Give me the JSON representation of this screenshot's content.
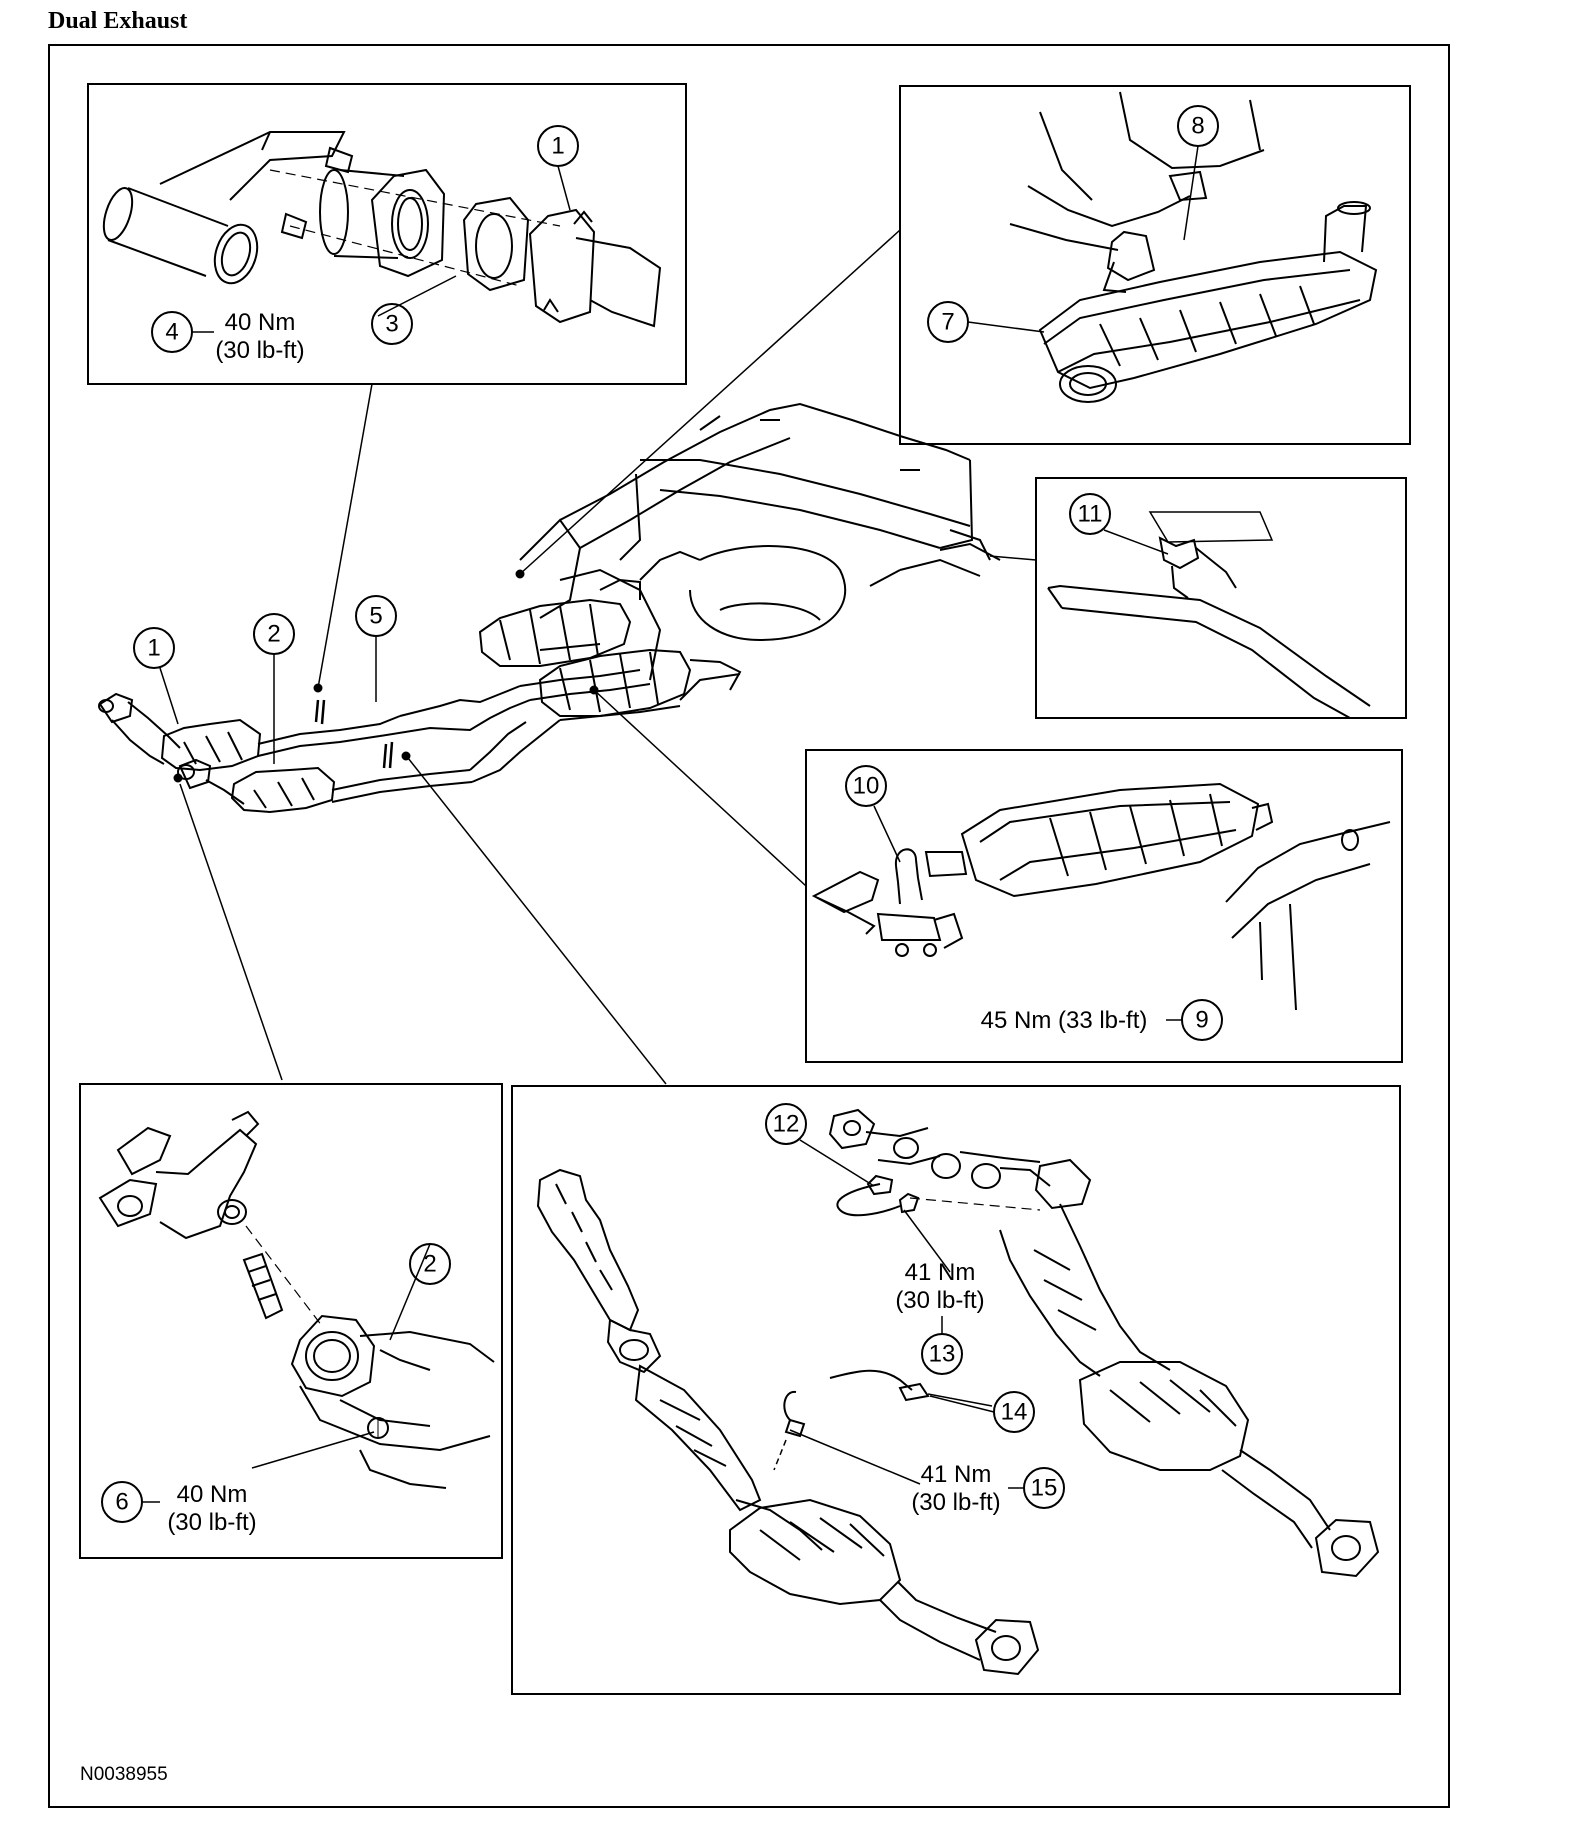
{
  "title": "Dual Exhaust",
  "reference_code": "N0038955",
  "callouts": [
    "1",
    "1",
    "2",
    "2",
    "3",
    "4",
    "5",
    "6",
    "7",
    "8",
    "9",
    "10",
    "11",
    "12",
    "13",
    "14",
    "15"
  ],
  "torque": {
    "t4a": "40 Nm",
    "t4b": "(30 lb-ft)",
    "t6a": "40 Nm",
    "t6b": "(30 lb-ft)",
    "t9": "45 Nm (33 lb-ft)",
    "t13a": "41 Nm",
    "t13b": "(30 lb-ft)",
    "t15a": "41 Nm",
    "t15b": "(30 lb-ft)"
  }
}
